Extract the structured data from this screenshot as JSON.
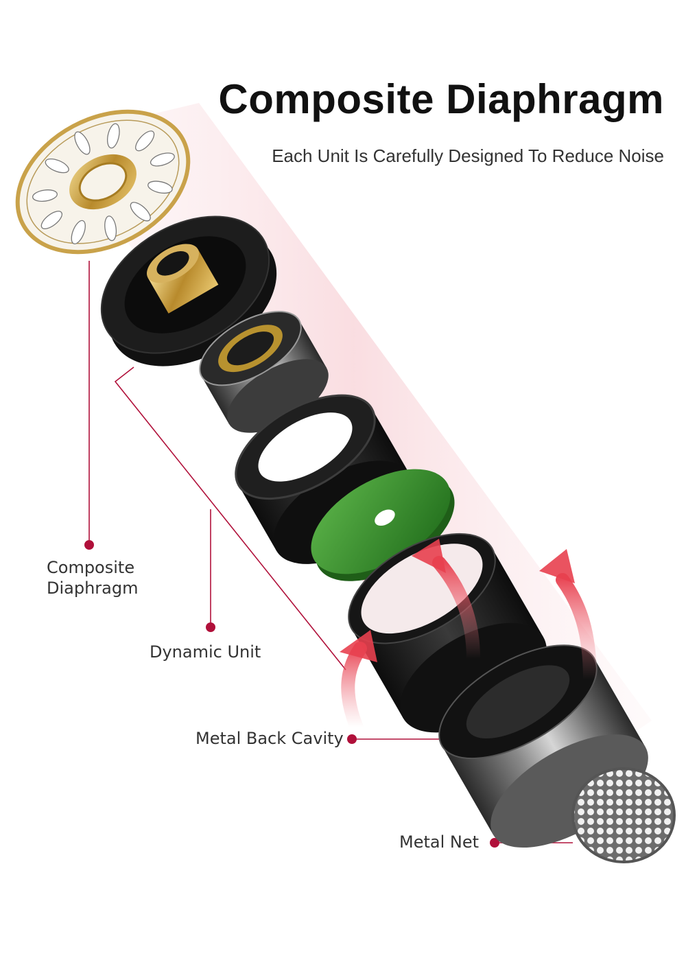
{
  "header": {
    "title": "Composite Diaphragm",
    "subtitle": "Each Unit Is Carefully Designed To Reduce Noise"
  },
  "callouts": {
    "composite_diaphragm_line1": "Composite",
    "composite_diaphragm_line2": "Diaphragm",
    "dynamic_unit": "Dynamic Unit",
    "metal_back_cavity": "Metal Back Cavity",
    "metal_net": "Metal Net"
  },
  "colors": {
    "accent": "#b0103a",
    "gold": "#c9a24a",
    "green_part": "#3a8a2e",
    "dark_part": "#1a1a1a",
    "glow": "#f6c9cf"
  },
  "icons": [
    "diaphragm-icon",
    "driver-magnet-icon",
    "spacer-ring-icon",
    "damping-filter-icon",
    "cavity-cylinder-icon",
    "metal-net-icon",
    "airflow-arrow-icon"
  ]
}
